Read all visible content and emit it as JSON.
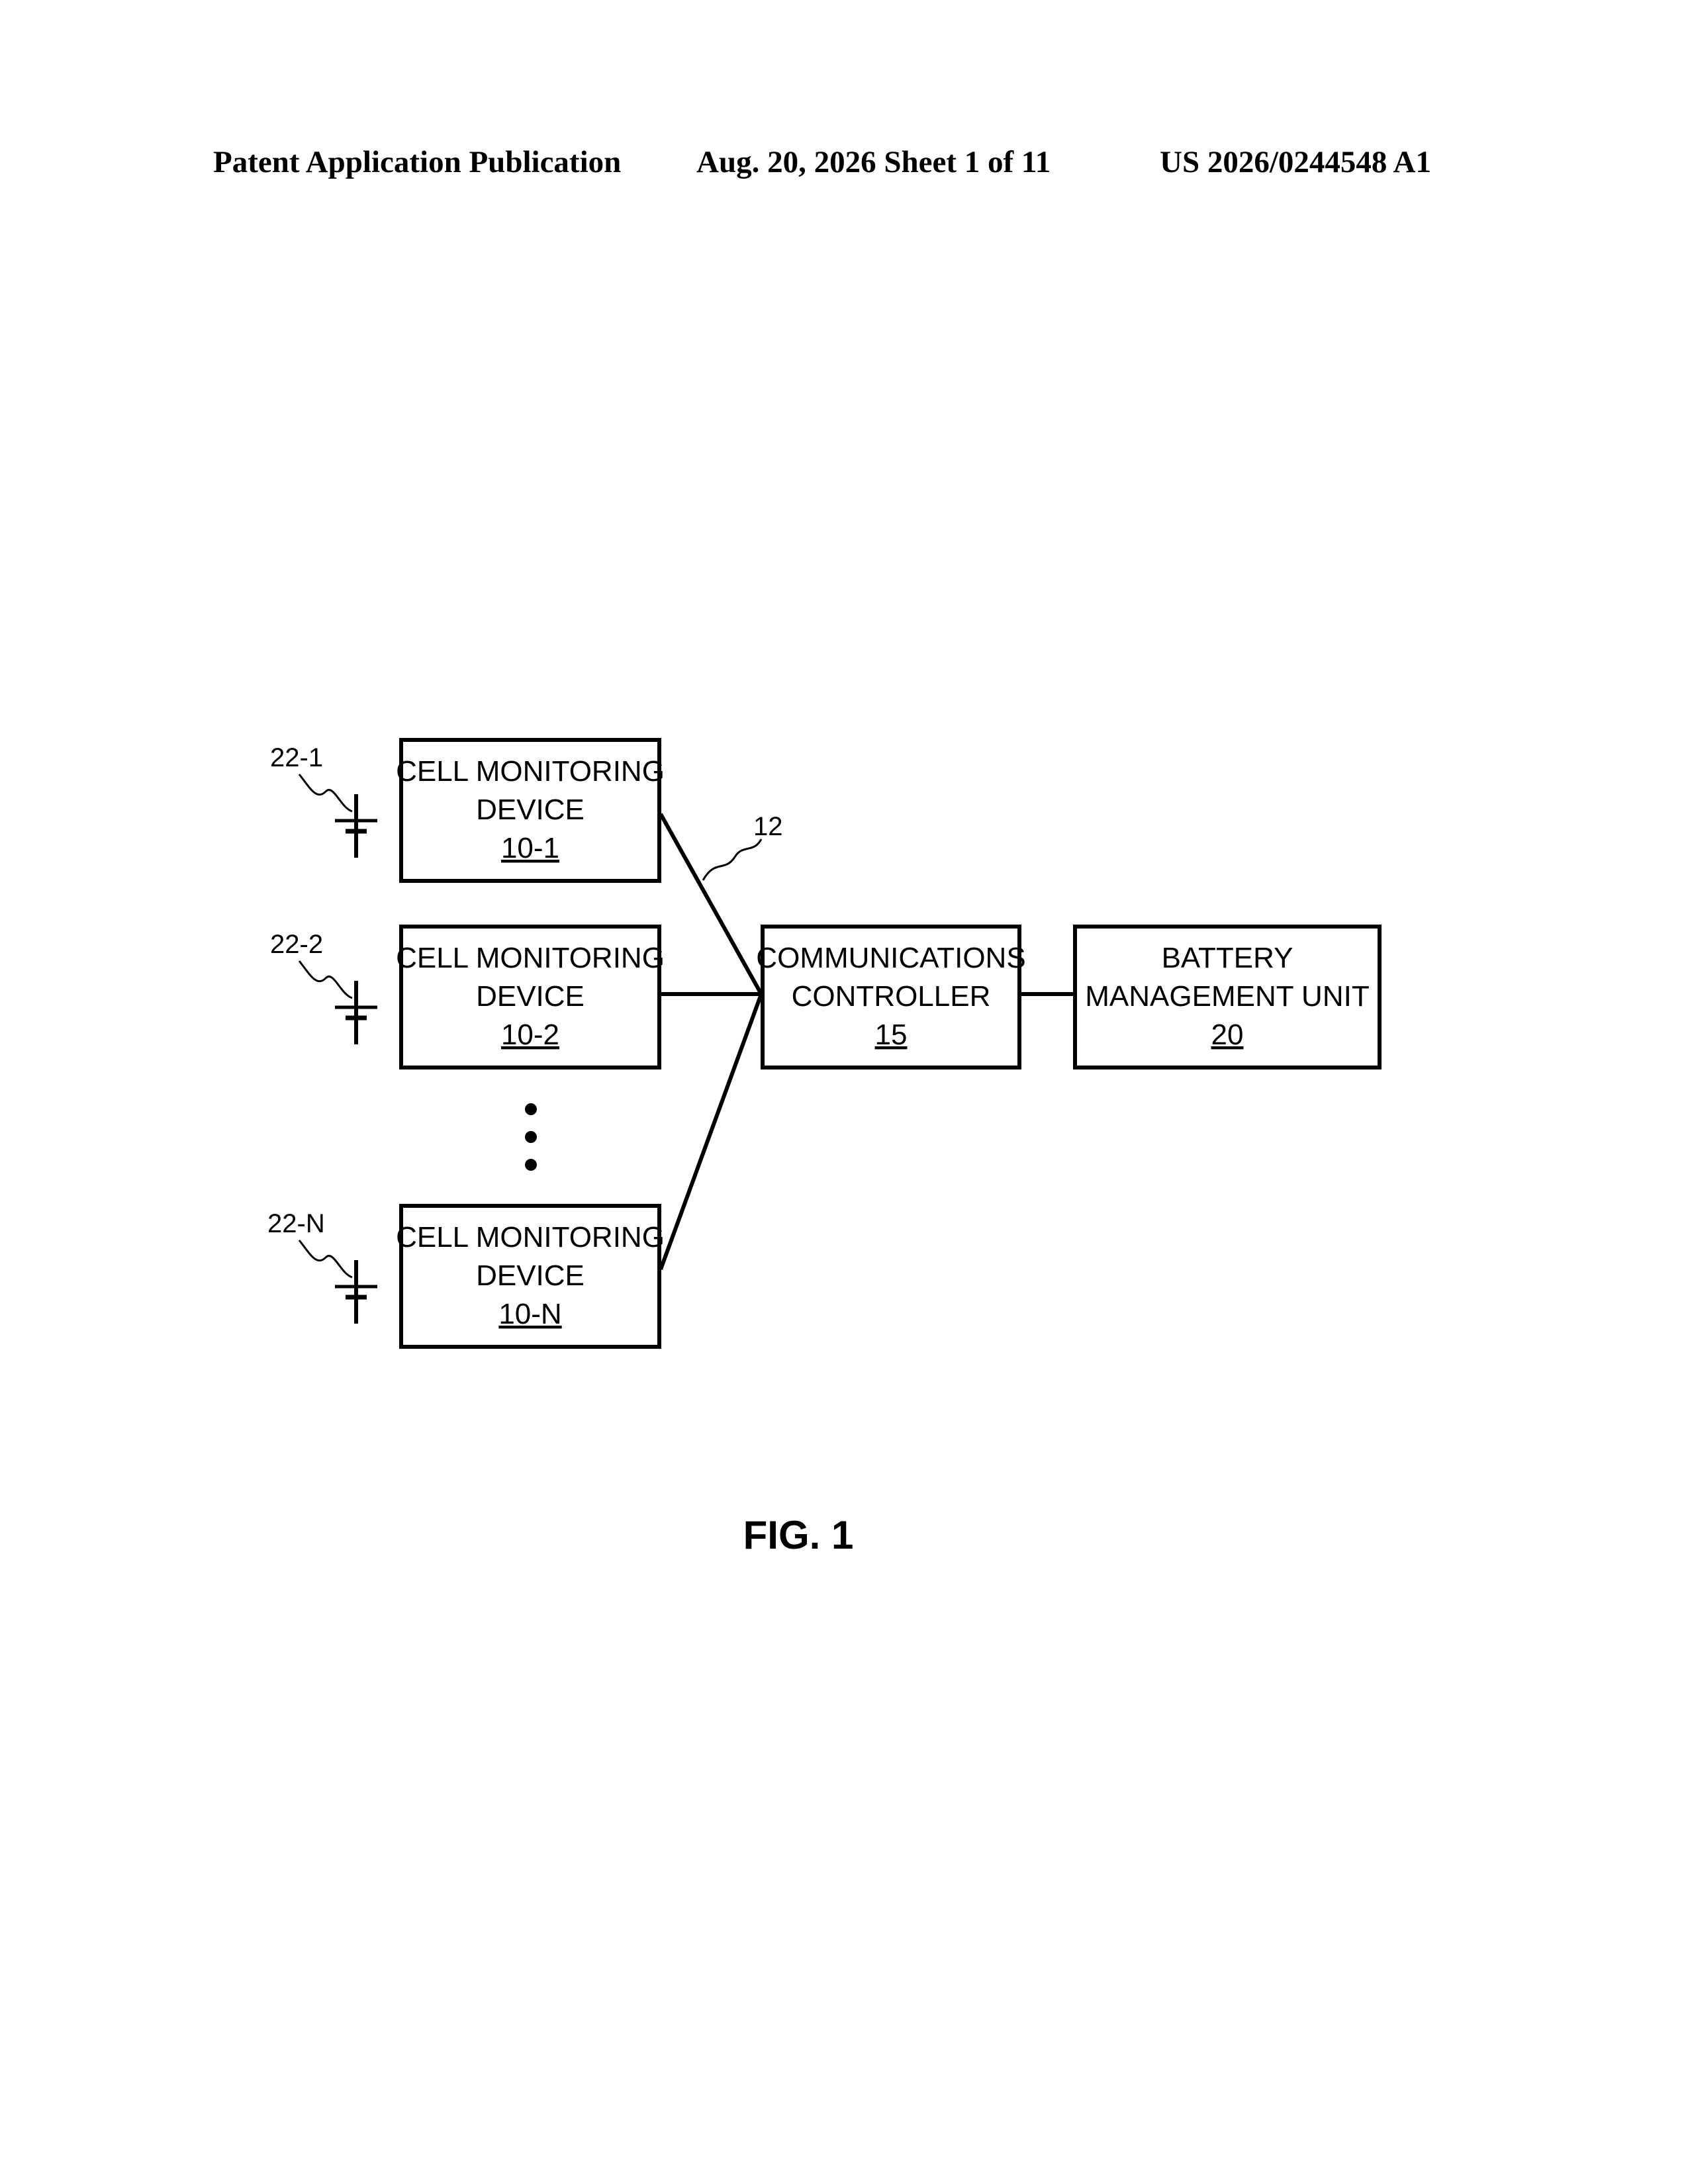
{
  "header": {
    "publication": "Patent Application Publication",
    "date_sheet": "Aug. 20, 2026  Sheet 1 of 11",
    "number": "US 2026/0244548 A1"
  },
  "diagram": {
    "devices": [
      {
        "line1": "CELL MONITORING",
        "line2": "DEVICE",
        "ref": "10-1",
        "cell_ref": "22-1"
      },
      {
        "line1": "CELL MONITORING",
        "line2": "DEVICE",
        "ref": "10-2",
        "cell_ref": "22-2"
      },
      {
        "line1": "CELL MONITORING",
        "line2": "DEVICE",
        "ref": "10-N",
        "cell_ref": "22-N"
      }
    ],
    "bus_ref": "12",
    "controller": {
      "line1": "COMMUNICATIONS",
      "line2": "CONTROLLER",
      "ref": "15"
    },
    "bmu": {
      "line1": "BATTERY",
      "line2": "MANAGEMENT UNIT",
      "ref": "20"
    },
    "figure_label": "FIG. 1"
  }
}
